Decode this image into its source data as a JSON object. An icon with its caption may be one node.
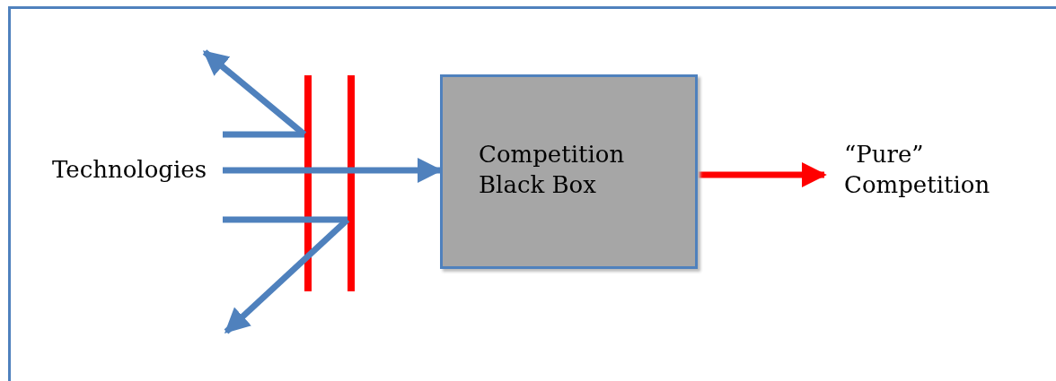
{
  "diagram": {
    "nodes": [
      {
        "text": [
          "Technologies"
        ]
      },
      {
        "text": [],
        "shape": "bar"
      },
      {
        "text": [],
        "shape": "bar"
      },
      {
        "text": [
          "Competition Black Box"
        ]
      },
      {
        "text": [
          "“Pure” Competition"
        ]
      }
    ],
    "edges": [
      {
        "from": 0,
        "to": 1,
        "arrow": "none"
      },
      {
        "from": 1,
        "to": null,
        "arrow": "to"
      },
      {
        "from": 0,
        "to": 3,
        "arrow": "to"
      },
      {
        "from": 0,
        "to": 2,
        "arrow": "none"
      },
      {
        "from": 2,
        "to": null,
        "arrow": "to"
      },
      {
        "from": 3,
        "to": 4,
        "arrow": "to",
        "color": "#ff0000"
      }
    ]
  }
}
